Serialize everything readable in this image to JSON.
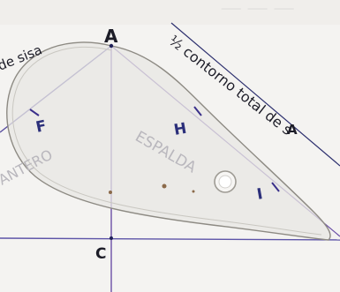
{
  "photo": {
    "labels": {
      "point_a_top": "A",
      "point_a_right": "A",
      "point_c": "C",
      "measure_f": "F",
      "measure_h": "H",
      "measure_i": "I",
      "handwriting_left": "de sisa",
      "handwriting_top": "½ contorno total de s",
      "pencil_center": "ESPALDA",
      "pencil_left": "ANTERO"
    }
  }
}
